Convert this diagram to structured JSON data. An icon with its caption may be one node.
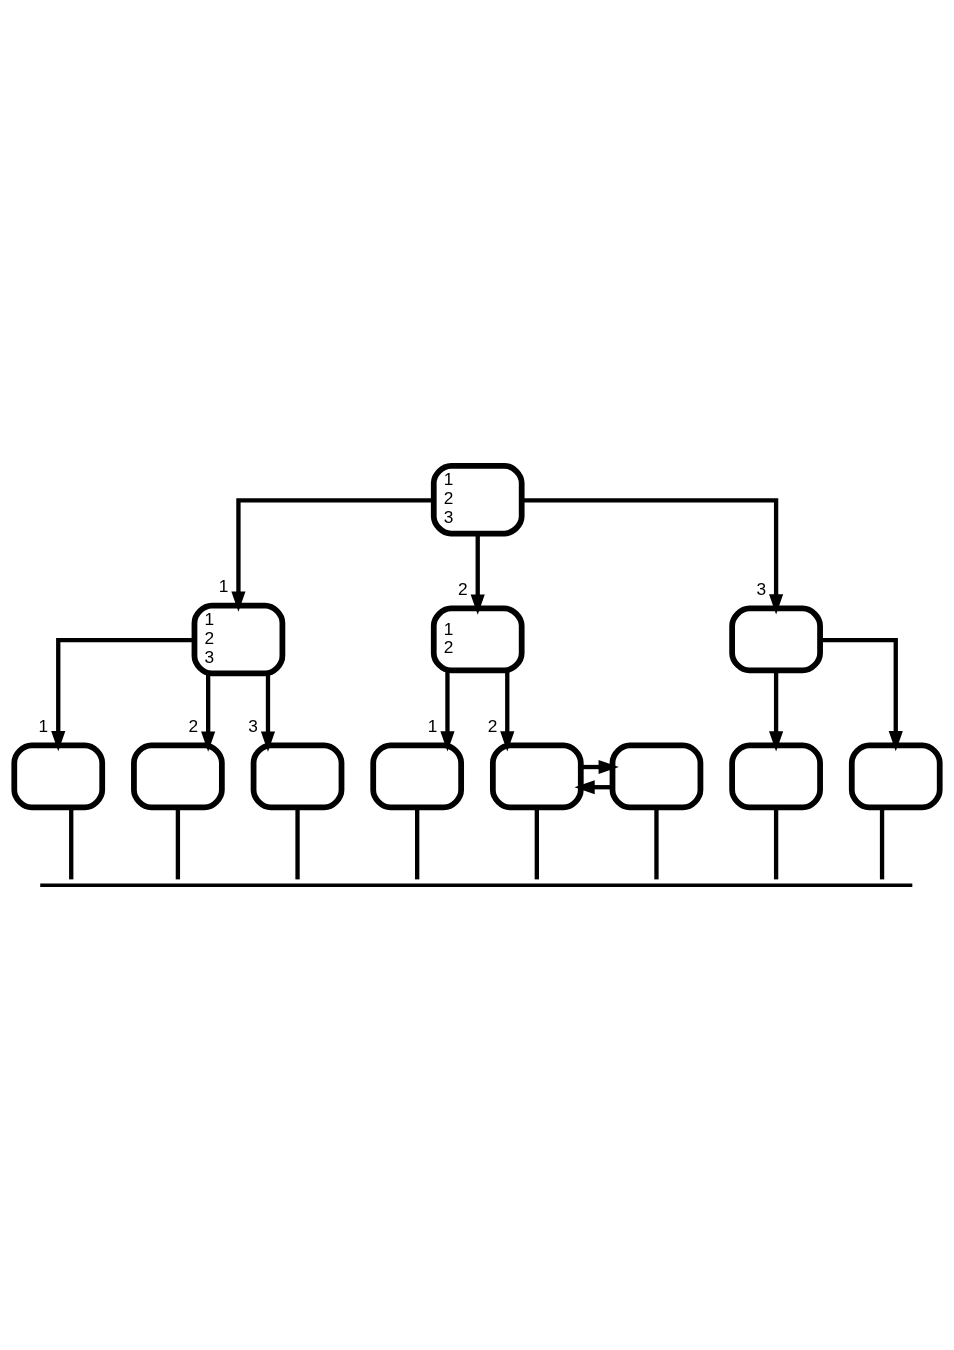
{
  "diagram": {
    "nodes": [
      {
        "text": [
          "1 2 3"
        ]
      },
      {
        "text": [
          "1 2 3"
        ]
      },
      {
        "text": [
          "1 2"
        ]
      },
      {
        "text": [],
        "shape": "box"
      },
      {
        "text": [],
        "shape": "box"
      },
      {
        "text": [],
        "shape": "box"
      },
      {
        "text": [],
        "shape": "box"
      },
      {
        "text": [],
        "shape": "box"
      },
      {
        "text": [],
        "shape": "box"
      },
      {
        "text": [],
        "shape": "box"
      },
      {
        "text": [],
        "shape": "box"
      },
      {
        "text": [],
        "shape": "box"
      },
      {
        "text": [],
        "shape": "wave"
      }
    ],
    "edges": [
      {
        "from": 0,
        "to": 1,
        "arrow": "to",
        "label": "1"
      },
      {
        "from": 0,
        "to": 2,
        "arrow": "to",
        "label": "2"
      },
      {
        "from": 0,
        "to": 3,
        "arrow": "to",
        "label": "3"
      },
      {
        "from": 1,
        "to": 4,
        "arrow": "to",
        "label": "1"
      },
      {
        "from": 1,
        "to": 5,
        "arrow": "to",
        "label": "2"
      },
      {
        "from": 1,
        "to": 6,
        "arrow": "to",
        "label": "3"
      },
      {
        "from": 2,
        "to": 7,
        "arrow": "to",
        "label": "1"
      },
      {
        "from": 2,
        "to": 8,
        "arrow": "to",
        "label": "2"
      },
      {
        "from": 3,
        "to": 10,
        "arrow": "to"
      },
      {
        "from": 3,
        "to": 11,
        "arrow": "to"
      },
      {
        "from": 8,
        "to": 9,
        "arrow": "to"
      },
      {
        "from": 9,
        "to": 8,
        "arrow": "to"
      },
      {
        "from": 4,
        "to": 12,
        "arrow": "none"
      },
      {
        "from": 5,
        "to": 12,
        "arrow": "none"
      },
      {
        "from": 6,
        "to": 12,
        "arrow": "none"
      },
      {
        "from": 7,
        "to": 12,
        "arrow": "none"
      },
      {
        "from": 8,
        "to": 12,
        "arrow": "none"
      },
      {
        "from": 9,
        "to": 12,
        "arrow": "none"
      },
      {
        "from": 10,
        "to": 12,
        "arrow": "none"
      },
      {
        "from": 11,
        "to": 12,
        "arrow": "none"
      }
    ]
  }
}
